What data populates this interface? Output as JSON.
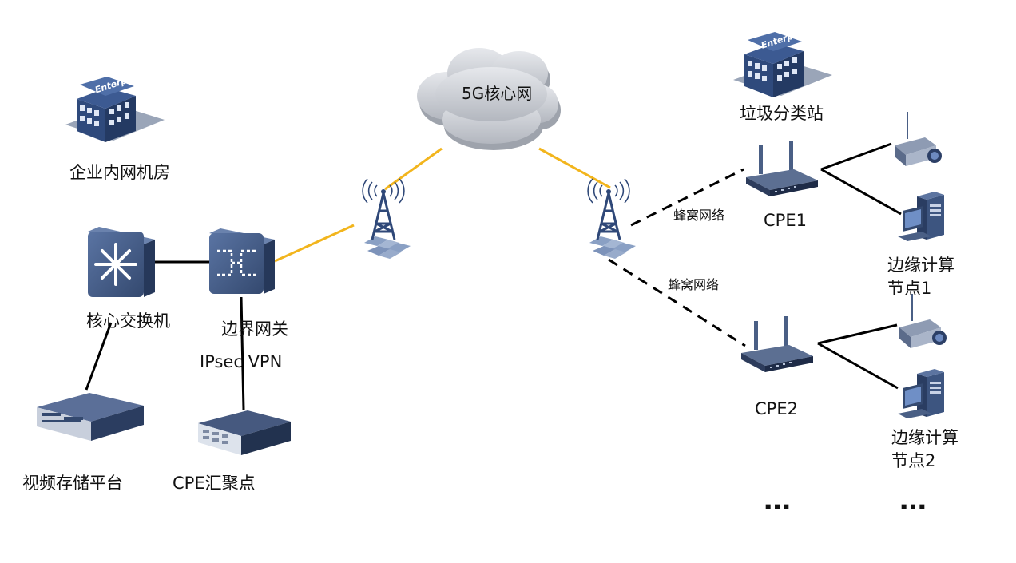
{
  "labels": {
    "core_network": "5G核心网",
    "enterprise_room": "企业内网机房",
    "core_switch": "核心交换机",
    "border_gateway": "边界网关",
    "ipsec_vpn": "IPsec VPN",
    "video_storage": "视频存储平台",
    "cpe_aggregation": "CPE汇聚点",
    "sorting_station": "垃圾分类站",
    "cellular_1": "蜂窝网络",
    "cellular_2": "蜂窝网络",
    "cpe1": "CPE1",
    "cpe2": "CPE2",
    "edge_node_1_line1": "边缘计算",
    "edge_node_1_line2": "节点1",
    "edge_node_2_line1": "边缘计算",
    "edge_node_2_line2": "节点2",
    "ellipsis_1": "…",
    "ellipsis_2": "…"
  },
  "building_sign": "Enterprise",
  "colors": {
    "link_yellow": "#f2b51d",
    "link_black": "#000000",
    "cloud_fill": "#c9ccd2",
    "device_blue": "#3d5580",
    "device_dark": "#27385a",
    "tower_blue": "#6d86ad"
  },
  "icons": [
    "enterprise-building-icon",
    "cloud-icon",
    "cell-tower-icon",
    "core-switch-icon",
    "border-gateway-icon",
    "video-storage-icon",
    "cpe-aggregation-icon",
    "cpe-router-icon",
    "ip-camera-icon",
    "desktop-computer-icon"
  ]
}
